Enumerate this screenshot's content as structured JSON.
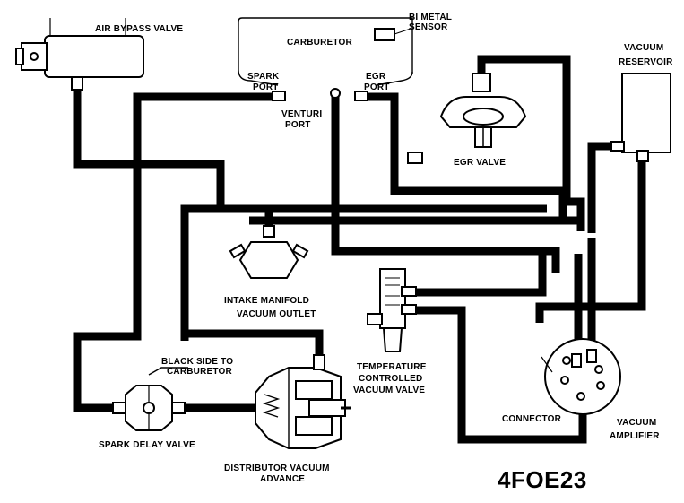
{
  "diagram": {
    "components": {
      "air_bypass_valve": "AIR BYPASS VALVE",
      "carburetor": "CARBURETOR",
      "bimetal_sensor_line1": "BI METAL",
      "bimetal_sensor_line2": "SENSOR",
      "spark_port_line1": "SPARK",
      "spark_port_line2": "PORT",
      "egr_port_line1": "EGR",
      "egr_port_line2": "PORT",
      "venturi_port_line1": "VENTURI",
      "venturi_port_line2": "PORT",
      "vacuum_reservoir_line1": "VACUUM",
      "vacuum_reservoir_line2": "RESERVOIR",
      "egr_valve": "EGR VALVE",
      "intake_manifold_line1": "INTAKE MANIFOLD",
      "intake_manifold_line2": "VACUUM OUTLET",
      "black_side_line1": "BLACK SIDE TO",
      "black_side_line2": "CARBURETOR",
      "spark_delay_valve": "SPARK DELAY VALVE",
      "distributor_line1": "DISTRIBUTOR VACUUM",
      "distributor_line2": "ADVANCE",
      "temp_valve_line1": "TEMPERATURE",
      "temp_valve_line2": "CONTROLLED",
      "temp_valve_line3": "VACUUM VALVE",
      "connector": "CONNECTOR",
      "vacuum_amplifier_line1": "VACUUM",
      "vacuum_amplifier_line2": "AMPLIFIER"
    },
    "figure_code": "4FOE23"
  }
}
